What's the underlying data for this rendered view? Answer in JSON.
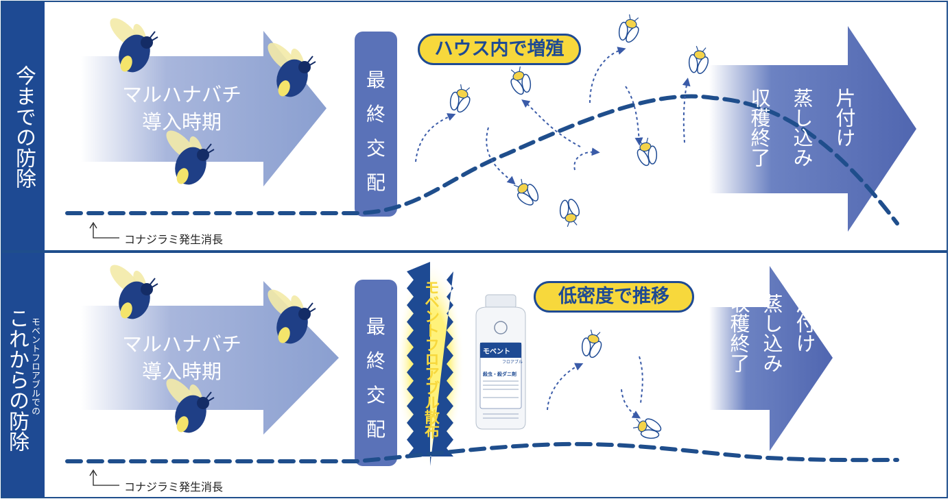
{
  "top_panel": {
    "side_label": "今までの防除",
    "bee_arrow_label": [
      "マルハナバチ",
      "導入時期"
    ],
    "final_mating": [
      "最",
      "終",
      "交",
      "配"
    ],
    "callout": "ハウス内で増殖",
    "end_arrow": [
      "片付け",
      "蒸し込み",
      "収穫終了"
    ],
    "curve_caption": "コナジラミ発生消長"
  },
  "bottom_panel": {
    "side_label_main": "これからの防除",
    "side_label_sub": "モベントフロアブルでの",
    "bee_arrow_label": [
      "マルハナバチ",
      "導入時期"
    ],
    "final_mating": [
      "最",
      "終",
      "交",
      "配"
    ],
    "spray_label": "モベントフロアブル散布",
    "product": {
      "name": "モベント",
      "sub": "フロアブル",
      "desc": "殺虫・殺ダニ剤"
    },
    "callout": "低密度で推移",
    "end_arrow": [
      "片付け",
      "蒸し込み",
      "収穫終了"
    ],
    "curve_caption": "コナジラミ発生消長"
  },
  "colors": {
    "navy": "#1e4a93",
    "arrow_blue": "#5a72b8",
    "callout_yellow": "#f7d83c",
    "burst_glow": "#fff27a",
    "curve": "#1f4e8c"
  }
}
